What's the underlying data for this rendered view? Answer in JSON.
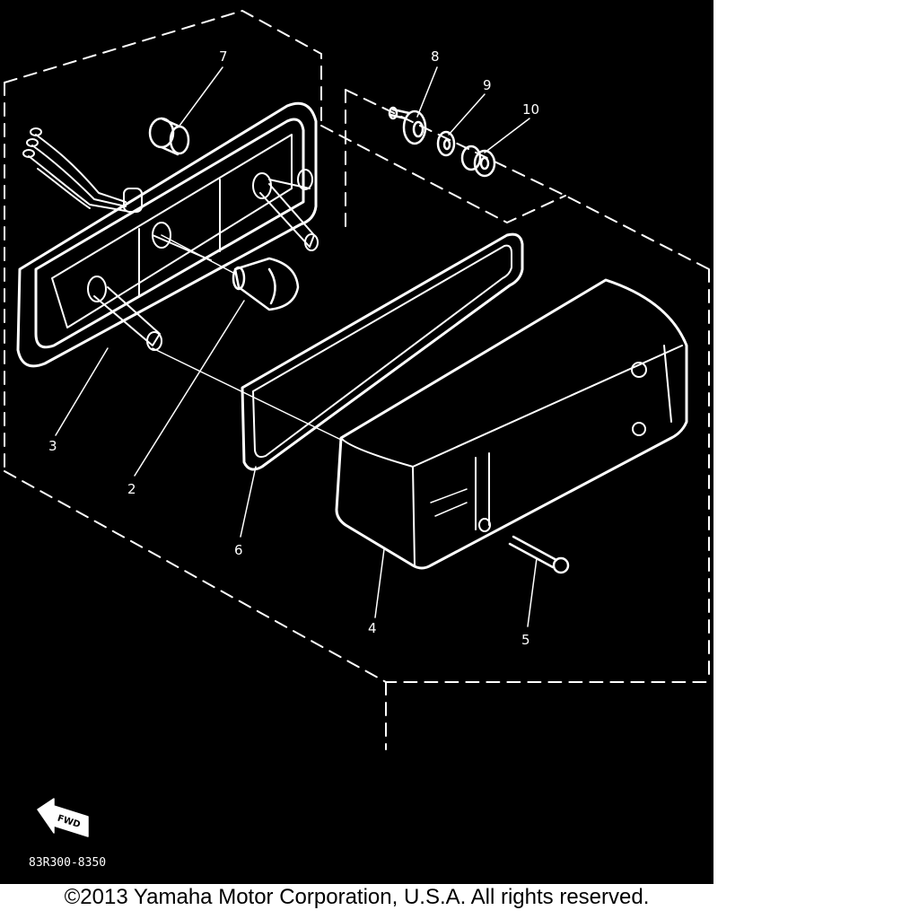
{
  "diagram": {
    "callouts": [
      {
        "id": "7",
        "label": "7"
      },
      {
        "id": "8",
        "label": "8"
      },
      {
        "id": "9",
        "label": "9"
      },
      {
        "id": "10",
        "label": "10"
      },
      {
        "id": "3",
        "label": "3"
      },
      {
        "id": "2",
        "label": "2"
      },
      {
        "id": "6",
        "label": "6"
      },
      {
        "id": "4",
        "label": "4"
      },
      {
        "id": "5",
        "label": "5"
      }
    ],
    "fwd_label": "FWD",
    "part_code": "83R300-8350"
  },
  "colors": {
    "background": "#000000",
    "lines": "#ffffff",
    "page": "#ffffff",
    "text": "#000000"
  },
  "footer": {
    "copyright": "©2013 Yamaha Motor Corporation, U.S.A. All rights reserved."
  }
}
